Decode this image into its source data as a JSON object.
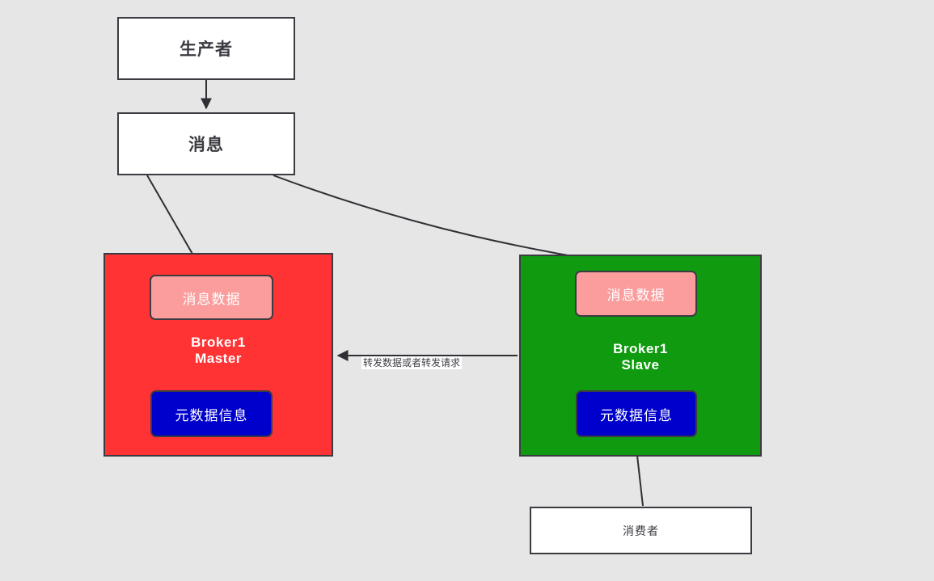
{
  "diagram": {
    "title": "RocketMQ Broker Master-Slave Message Flow",
    "background_color": "#e6e6e6",
    "nodes": {
      "producer": {
        "label": "生产者"
      },
      "message": {
        "label": "消息"
      },
      "consumer": {
        "label": "消费者"
      },
      "broker_master": {
        "label": "Broker1\nMaster",
        "color": "#ff3333"
      },
      "broker_slave": {
        "label": "Broker1\nSlave",
        "color": "#0f9a0f"
      },
      "master_msg_data": {
        "label": "消息数据",
        "color": "#fb9d9d"
      },
      "master_meta": {
        "label": "元数据信息",
        "color": "#0000cc"
      },
      "slave_msg_data": {
        "label": "消息数据",
        "color": "#fb9d9d"
      },
      "slave_meta": {
        "label": "元数据信息",
        "color": "#0000cc"
      }
    },
    "edges": {
      "producer_to_message": {
        "label": ""
      },
      "message_to_master": {
        "label": ""
      },
      "message_to_slave": {
        "label": ""
      },
      "master_msg_to_meta": {
        "label": ""
      },
      "slave_msg_to_meta": {
        "label": ""
      },
      "slave_to_master_forward": {
        "label": "转发数据或者转发请求"
      },
      "consumer_to_slave_meta": {
        "label": ""
      }
    }
  }
}
